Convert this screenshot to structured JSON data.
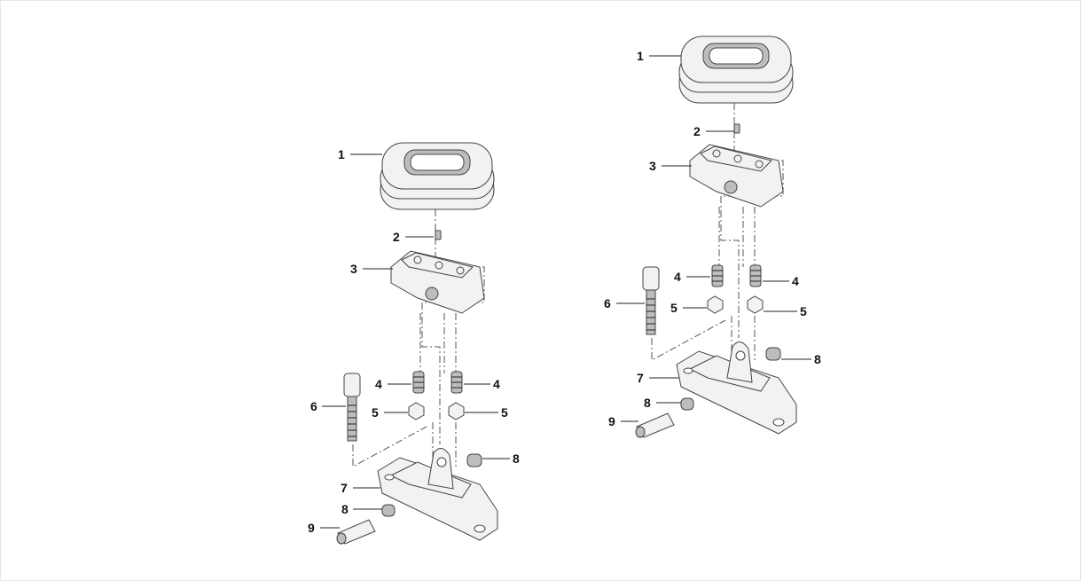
{
  "title": "Handlebar grip / mounting exploded parts diagram",
  "assemblies": [
    {
      "name": "left",
      "labels": {
        "p1": "1",
        "p2": "2",
        "p3": "3",
        "p4a": "4",
        "p4b": "4",
        "p5a": "5",
        "p5b": "5",
        "p6": "6",
        "p7": "7",
        "p8a": "8",
        "p8b": "8",
        "p9": "9"
      }
    },
    {
      "name": "right",
      "labels": {
        "p1": "1",
        "p2": "2",
        "p3": "3",
        "p4a": "4",
        "p4b": "4",
        "p5a": "5",
        "p5b": "5",
        "p6": "6",
        "p7": "7",
        "p8a": "8",
        "p8b": "8",
        "p9": "9"
      }
    }
  ]
}
